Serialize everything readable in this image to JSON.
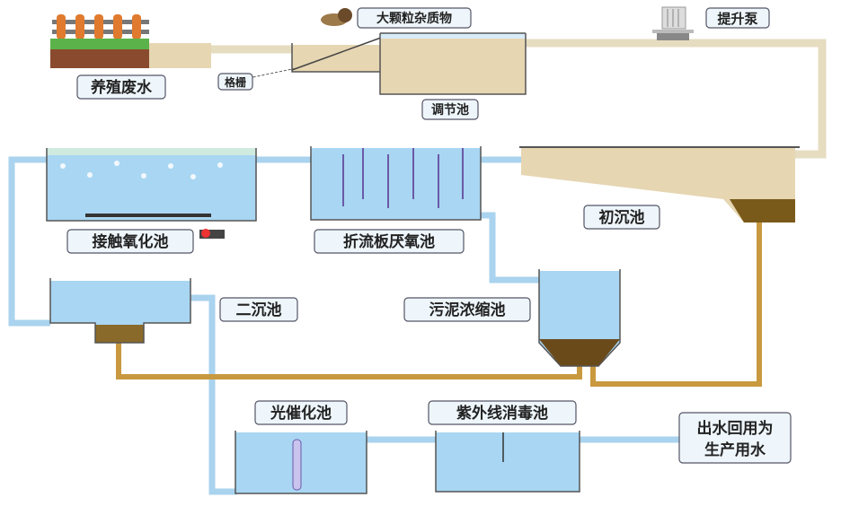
{
  "labels": {
    "wastewater": "养殖废水",
    "screen": "格栅",
    "large_particles": "大颗粒杂质物",
    "equalization_tank": "调节池",
    "lift_pump": "提升泵",
    "primary_clarifier": "初沉池",
    "contact_oxidation_tank": "接触氧化池",
    "baffled_anaerobic_tank": "折流板厌氧池",
    "secondary_clarifier": "二沉池",
    "sludge_thickener": "污泥浓缩池",
    "photocatalytic_tank": "光催化池",
    "uv_disinfection_tank": "紫外线消毒池",
    "effluent_line1": "出水回用为",
    "effluent_line2": "生产用水"
  },
  "colors": {
    "water": "#a9d6f2",
    "sewage": "#e6d6b2",
    "sludge": "#7a5a1a",
    "sludge_pipe": "#c9993f"
  }
}
